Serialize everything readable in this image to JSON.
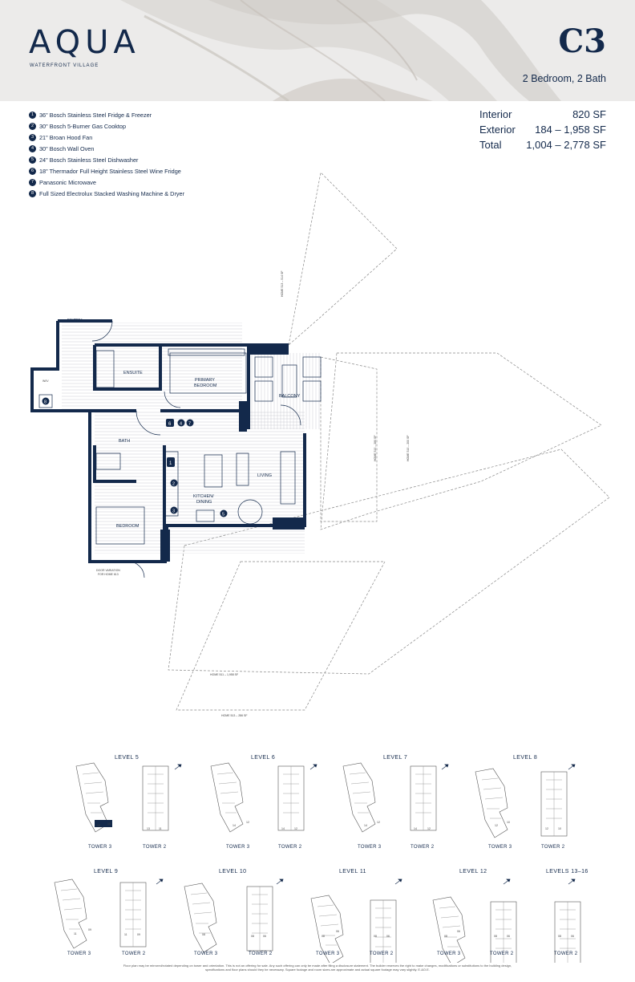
{
  "brand": {
    "name": "AQUA",
    "subtitle": "WATERFRONT VILLAGE"
  },
  "unit": {
    "code": "C3",
    "type": "2 Bedroom, 2 Bath"
  },
  "features": [
    {
      "num": "1",
      "text": "36\" Bosch Stainless Steel Fridge & Freezer"
    },
    {
      "num": "2",
      "text": "30\" Bosch 5-Burner Gas Cooktop"
    },
    {
      "num": "3",
      "text": "21\" Broan Hood Fan"
    },
    {
      "num": "4",
      "text": "30\" Bosch Wall Oven"
    },
    {
      "num": "5",
      "text": "24\" Bosch Stainless Steel Dishwasher"
    },
    {
      "num": "6",
      "text": "18\" Thermador Full Height  Stainless Steel Wine Fridge"
    },
    {
      "num": "7",
      "text": "Panasonic Microwave"
    },
    {
      "num": "8",
      "text": "Full Sized Electrolux Stacked Washing Machine & Dryer"
    }
  ],
  "areas": [
    {
      "label": "Interior",
      "value": "820 SF"
    },
    {
      "label": "Exterior",
      "value": "184 – 1,958 SF"
    },
    {
      "label": "Total",
      "value": "1,004 – 2,778 SF"
    }
  ],
  "plan": {
    "rooms": {
      "entry": "ENTRY",
      "ensuite": "ENSUITE",
      "primary_1": "PRIMARY",
      "primary_2": "BEDROOM",
      "balcony": "BALCONY",
      "bath": "BATH",
      "living": "LIVING",
      "kitchen_1": "KITCHEN/",
      "kitchen_2": "DINING",
      "bedroom": "BEDROOM",
      "wic": "W/IV"
    },
    "door_note_1": "DOOR VARIATION",
    "door_note_2": "FOR HOME 613",
    "terrace_labels": {
      "t1": "HOME 513 – 514 SF",
      "t2": "HOME 510 – 280 SF",
      "t3": "HOME 510 – 200 SF",
      "t4": "HOME 511 – 1,958 SF",
      "t5": "HOME 513 – 286 SF"
    },
    "markers": {
      "m6": "6",
      "m4": "4",
      "m7": "7",
      "m1": "1",
      "m2": "2",
      "m3": "3",
      "m5": "5",
      "m8": "8"
    }
  },
  "keyplans": [
    {
      "level": "LEVEL 5",
      "towers": [
        "TOWER 3",
        "TOWER 2"
      ],
      "units": [
        "12",
        "10",
        "13",
        "11"
      ]
    },
    {
      "level": "LEVEL 6",
      "towers": [
        "TOWER 3",
        "TOWER 2"
      ],
      "units": [
        "14",
        "12",
        "14",
        "12"
      ]
    },
    {
      "level": "LEVEL 7",
      "towers": [
        "TOWER 3",
        "TOWER 2"
      ],
      "units": [
        "14",
        "12",
        "14",
        "12"
      ]
    },
    {
      "level": "LEVEL 8",
      "towers": [
        "TOWER 3",
        "TOWER 2"
      ],
      "units": [
        "12",
        "10",
        "12",
        "10"
      ]
    },
    {
      "level": "LEVEL 9",
      "towers": [
        "TOWER 3",
        "TOWER 2"
      ],
      "units": [
        "11",
        "09",
        "11",
        "09"
      ]
    },
    {
      "level": "LEVEL 10",
      "towers": [
        "TOWER 3",
        "TOWER 2"
      ],
      "units": [
        "08",
        "08",
        "06"
      ]
    },
    {
      "level": "LEVEL 11",
      "towers": [
        "TOWER 3",
        "TOWER 2"
      ],
      "units": [
        "08",
        "06",
        "08",
        "06"
      ]
    },
    {
      "level": "LEVEL 12",
      "towers": [
        "TOWER 3",
        "TOWER 2"
      ],
      "units": [
        "08",
        "06",
        "08",
        "06"
      ]
    },
    {
      "level": "LEVELS 13–16",
      "towers": [
        "TOWER 2"
      ],
      "units": [
        "08",
        "06"
      ]
    }
  ],
  "disclaimer": "Floor plan may be mirrored/rotated depending on tower and orientation. This is not an offering for sale. Any such offering can only be made after filing a disclosure statement. The builder reserves the right to make changes, modifications or substitutions to the building design, specifications and floor plans should they be necessary. Square footage and room sizes are approximate and actual square footage may vary slightly. E.&O.E.",
  "colors": {
    "navy": "#13294b",
    "header_bg": "#ecebea"
  }
}
